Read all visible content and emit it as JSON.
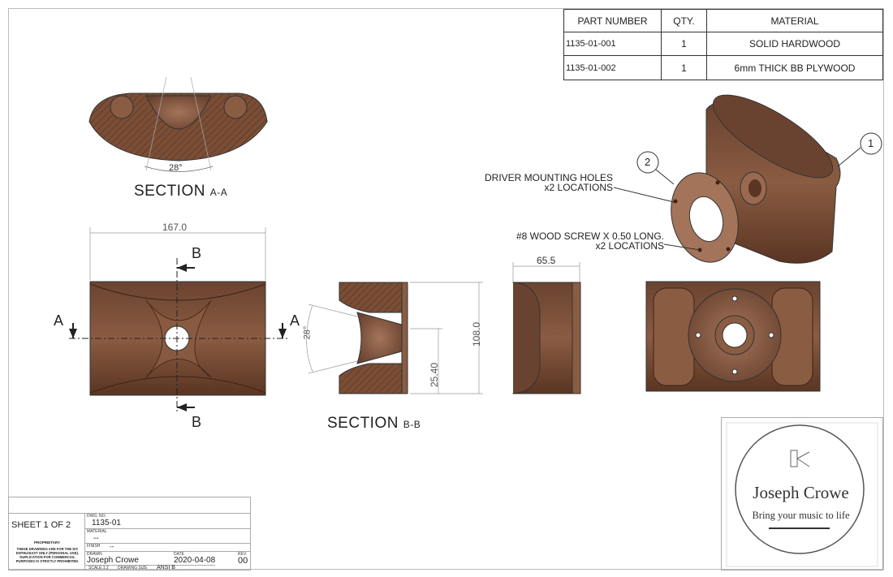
{
  "parts_table": {
    "headers": [
      "PART NUMBER",
      "QTY.",
      "MATERIAL"
    ],
    "rows": [
      [
        "1135-01-001",
        "1",
        "SOLID HARDWOOD"
      ],
      [
        "1135-01-002",
        "1",
        "6mm THICK BB PLYWOOD"
      ]
    ]
  },
  "views": {
    "section_aa": {
      "title": "SECTION",
      "suffix": "A-A",
      "angle": "28°"
    },
    "front": {
      "width_dim": "167.0",
      "cut_b_top": "B",
      "cut_b_bottom": "B",
      "cut_a_left": "A",
      "cut_a_right": "A"
    },
    "section_bb": {
      "title": "SECTION",
      "suffix": "B-B",
      "angle": "28°",
      "height_dim": "108.0",
      "throat_dim": "25.40"
    },
    "side": {
      "depth_dim": "65.5"
    }
  },
  "callouts": {
    "balloon_1": "1",
    "balloon_2": "2",
    "note_driver_line1": "DRIVER MOUNTING HOLES",
    "note_driver_line2": "x2 LOCATIONS",
    "note_screw_line1": "#8 WOOD SCREW X 0.50 LONG.",
    "note_screw_line2": "x2 LOCATIONS"
  },
  "title_block": {
    "sheet": "SHEET 1 OF 2",
    "proprietary_title": "PROPRIETARY",
    "proprietary_text": "THESE DRAWINGS ARE FOR THE DIY ENTHUSIAST ONLY (PERSONAL USE). DUPLICATION FOR COMMERCIAL PURPOSES IS STRICTLY PROHIBITED.",
    "dwg_no_label": "DWG. NO.",
    "dwg_no": "1135-01",
    "material_label": "MATERIAL",
    "material": "--",
    "finish_label": "FINISH",
    "finish": "--",
    "drawn_label": "DRAWN",
    "drawn": "Joseph Crowe",
    "date_label": "DATE",
    "date": "2020-04-08",
    "rev_label": "REV.",
    "rev": "00",
    "scale": "SCALE:1:2",
    "drawing_size_label": "DRAWING SIZE",
    "drawing_size": "ANSI B"
  },
  "logo": {
    "name": "Joseph Crowe",
    "tagline": "Bring your music to life"
  },
  "colors": {
    "wood": "#7a4e36",
    "wood_dark": "#5a3523",
    "wood_light": "#a4745a",
    "line": "#333333"
  }
}
